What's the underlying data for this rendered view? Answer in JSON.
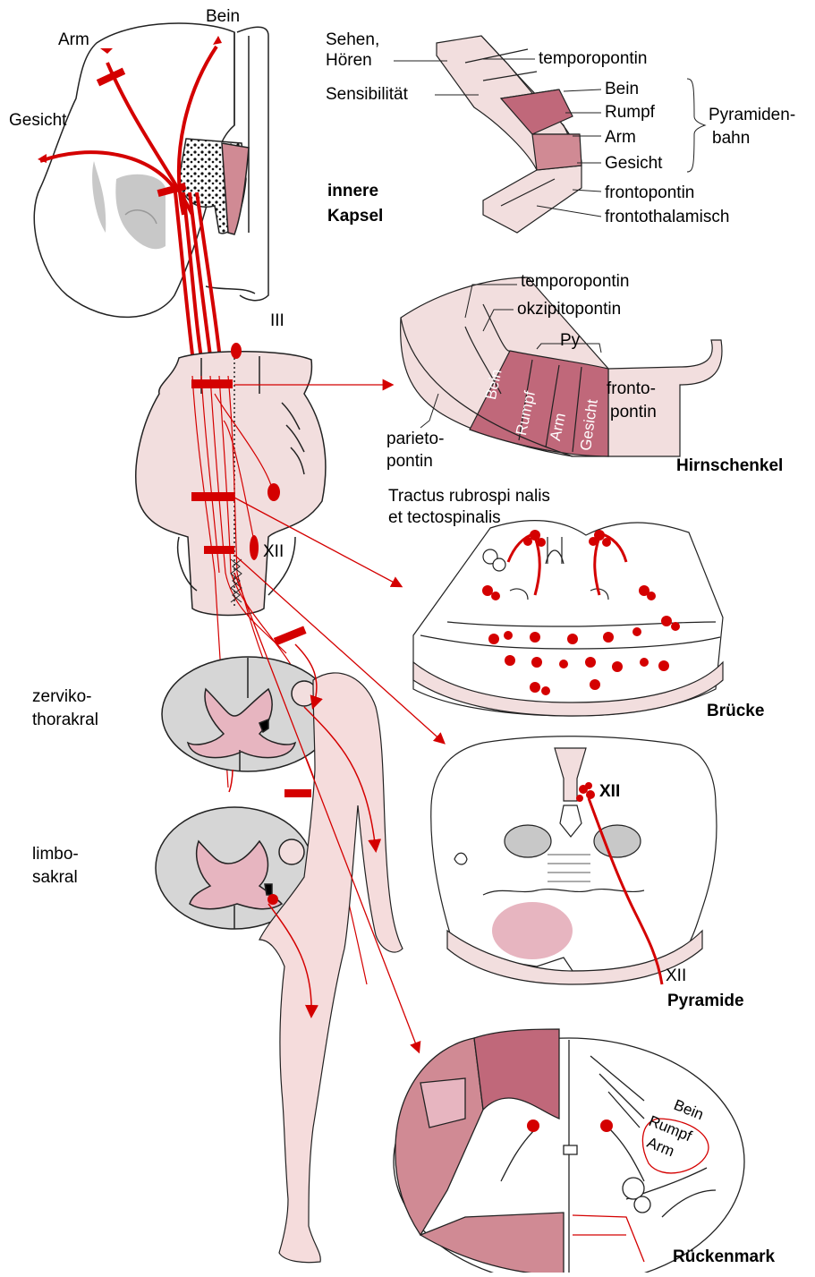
{
  "colors": {
    "tract_red": "#d40000",
    "pink_light": "#f2dede",
    "pink_mid": "#d08a94",
    "pink_dark": "#c0687a",
    "gray_matter": "#c8c8c8",
    "outline": "#222222"
  },
  "brain": {
    "arm": "Arm",
    "bein": "Bein",
    "gesicht": "Gesicht"
  },
  "capsule": {
    "sehen": "Sehen,",
    "hoeren": "Hören",
    "sensibilitaet": "Sensibilität",
    "temporopontin": "temporopontin",
    "bein": "Bein",
    "rumpf": "Rumpf",
    "arm": "Arm",
    "gesicht": "Gesicht",
    "pyramiden": "Pyramiden-",
    "bahn": "bahn",
    "frontopontin": "frontopontin",
    "frontothalamisch": "frontothalamisch",
    "title_line1": "innere",
    "title_line2": "Kapsel"
  },
  "brainstem": {
    "nerve3": "III",
    "nerve12": "XII"
  },
  "peduncle": {
    "temporopontin": "temporopontin",
    "okzipitopontin": "okzipitopontin",
    "py": "Py",
    "bein": "Bein",
    "rumpf": "Rumpf",
    "arm": "Arm",
    "gesicht": "Gesicht",
    "fronto": "fronto-",
    "pontin": "pontin",
    "parieto": "parieto-",
    "parieto_pontin": "pontin",
    "title": "Hirnschenkel"
  },
  "pons": {
    "tractus_line1": "Tractus rubrospi nalis",
    "tractus_line2": "et tectospinalis",
    "title": "Brücke"
  },
  "medulla": {
    "xii_nucleus": "XII",
    "xii_nerve": "XII",
    "title": "Pyramide"
  },
  "spinal_levels": {
    "zerviko": "zerviko-",
    "thorakral": "thorakral",
    "limbo": "limbo-",
    "sakral": "sakral"
  },
  "cord": {
    "bein": "Bein",
    "rumpf": "Rumpf",
    "arm": "Arm",
    "title": "Rückenmark"
  }
}
